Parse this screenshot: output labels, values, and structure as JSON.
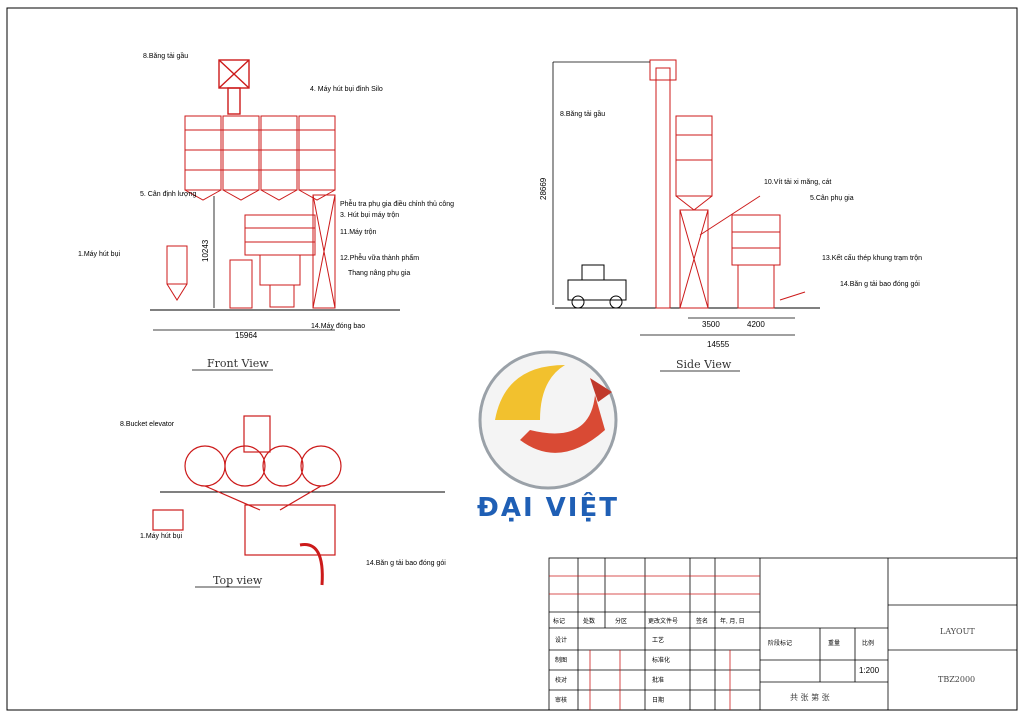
{
  "views": {
    "front": {
      "title": "Front View",
      "labels": {
        "bucket_elevator": "8.Băng tải gầu",
        "silo_dust": "4. Máy hút bụi đỉnh Silo",
        "weighing": "5. Cân định lượng",
        "additive_hopper": "Phễu tra phụ gia điều chỉnh thủ công",
        "mixer_dust": "3. Hút bụi máy trộn",
        "mixer": "11.Máy trộn",
        "product_hopper": "12.Phễu vữa thành phẩm",
        "additive_lift": "Thang nâng phụ gia",
        "dust_collector": "1.Máy hút bụi",
        "bagging": "14.Máy đóng bao"
      },
      "dims": {
        "height": "10243",
        "width": "15964"
      }
    },
    "side": {
      "title": "Side View",
      "labels": {
        "bucket_elevator": "8.Băng tải gầu",
        "screw": "10.Vít tải xi măng, cát",
        "additive_scale": "5.Cân phụ gia",
        "steel_frame": "13.Kết cấu thép khung trạm trộn",
        "bag_conveyor": "14.Băn g tải bao đóng gói"
      },
      "dims": {
        "height": "28669",
        "d1": "3500",
        "d2": "4200",
        "total": "14555"
      }
    },
    "top": {
      "title": "Top view",
      "labels": {
        "bucket_elevator": "8.Bucket elevator",
        "dust_collector": "1.Máy hút bụi",
        "bag_conveyor": "14.Băn g tải bao đóng gói"
      }
    }
  },
  "logo": {
    "text": "ĐẠI VIỆT"
  },
  "title_block": {
    "headers": [
      "标记",
      "处数",
      "分区",
      "更改文件号",
      "签名",
      "年, 月, 日"
    ],
    "rows": [
      "设计",
      "制图",
      "校对",
      "审核"
    ],
    "right_labels": [
      "工艺",
      "标准化",
      "批准",
      "日期"
    ],
    "stage_label": "阶段标记",
    "weight_label": "重量",
    "scale_label": "比例",
    "scale": "1:200",
    "sheets": "共 张   第 张",
    "drawing_title": "LAYOUT",
    "drawing_no": "TBZ2000"
  },
  "colors": {
    "structure": "#cc1a1a",
    "line": "#000000",
    "logo_gold": "#f2c12e",
    "logo_red": "#c0392b",
    "logo_blue": "#1f5fb5"
  }
}
